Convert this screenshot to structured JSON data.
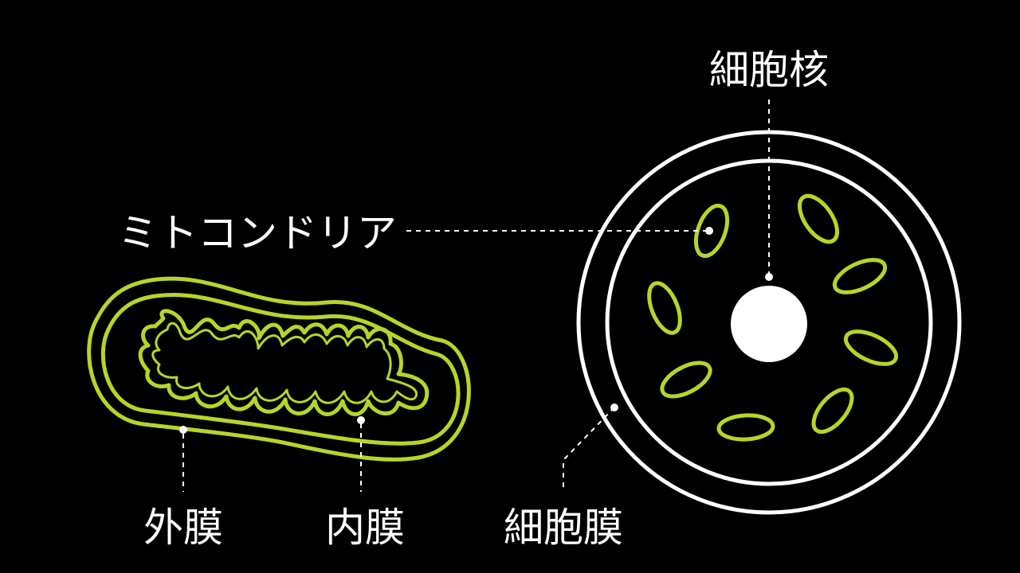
{
  "labels": {
    "nucleus": "細胞核",
    "mitochondria": "ミトコンドリア",
    "outer_membrane": "外膜",
    "inner_membrane": "内膜",
    "cell_membrane": "細胞膜"
  },
  "colors": {
    "background": "#000000",
    "organelle": "#b5d629",
    "structure": "#ffffff",
    "label": "#ffffff"
  }
}
